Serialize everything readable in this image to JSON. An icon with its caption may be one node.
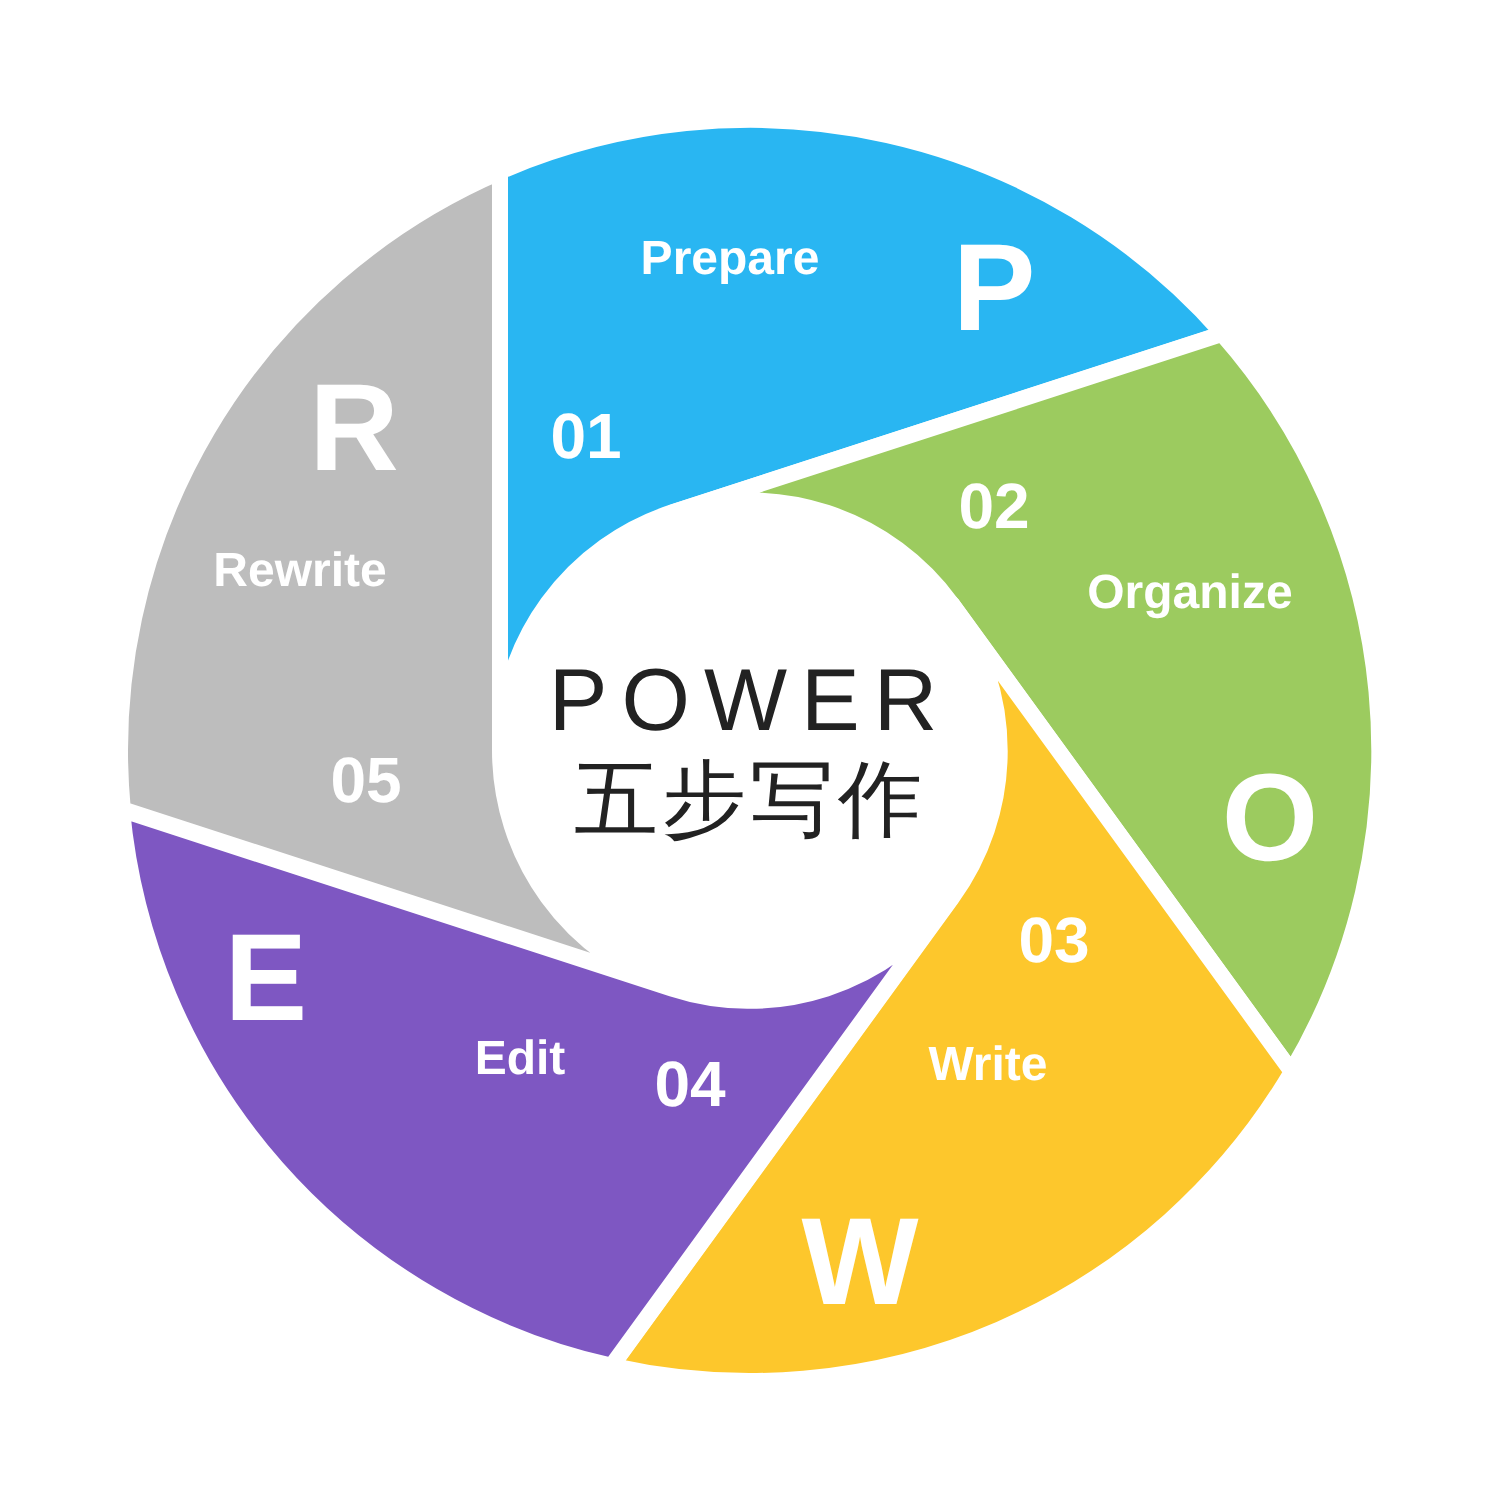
{
  "diagram": {
    "nodes": [
      {
        "text": [
          "POWER",
          "五步写作"
        ]
      },
      {
        "text": [
          "Prepare",
          "P",
          "01"
        ]
      },
      {
        "text": [
          "02",
          "Organize",
          "O"
        ]
      },
      {
        "text": [
          "03",
          "Write",
          "W"
        ]
      },
      {
        "text": [
          "E",
          "Edit",
          "04"
        ]
      },
      {
        "text": [
          "R",
          "Rewrite",
          "05"
        ]
      }
    ]
  }
}
